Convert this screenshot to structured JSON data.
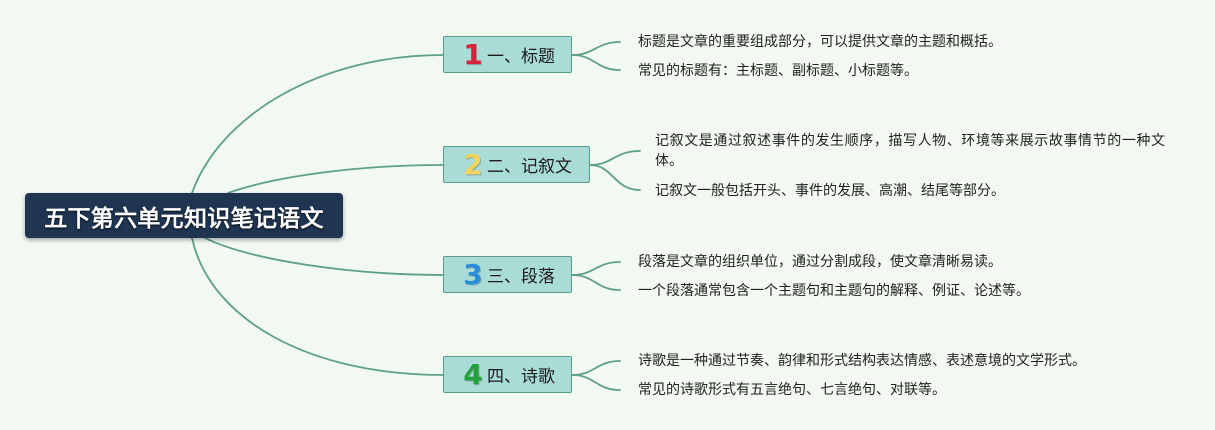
{
  "colors": {
    "background": "#f1f9f1",
    "root_fill": "#1f3552",
    "root_text": "#ffffff",
    "branch_fill": "#a9dcd7",
    "branch_border": "#5b9d8b",
    "connector": "#5f9f88",
    "detail_text": "#222222"
  },
  "root": {
    "title": "五下第六单元知识笔记语文"
  },
  "branches": [
    {
      "number": "1",
      "number_color": "#d9233b",
      "label": "一、标题",
      "details": [
        "标题是文章的重要组成部分，可以提供文章的主题和概括。",
        "常见的标题有：主标题、副标题、小标题等。"
      ]
    },
    {
      "number": "2",
      "number_color": "#f2d35c",
      "label": "二、记叙文",
      "details": [
        "记叙文是通过叙述事件的发生顺序，描写人物、环境等来展示故事情节的一种文体。",
        "记叙文一般包括开头、事件的发展、高潮、结尾等部分。"
      ]
    },
    {
      "number": "3",
      "number_color": "#2a8fd8",
      "label": "三、段落",
      "details": [
        "段落是文章的组织单位，通过分割成段，使文章清晰易读。",
        "一个段落通常包含一个主题句和主题句的解释、例证、论述等。"
      ]
    },
    {
      "number": "4",
      "number_color": "#23a03d",
      "label": "四、诗歌",
      "details": [
        "诗歌是一种通过节奏、韵律和形式结构表达情感、表述意境的文学形式。",
        "常见的诗歌形式有五言绝句、七言绝句、对联等。"
      ]
    }
  ]
}
